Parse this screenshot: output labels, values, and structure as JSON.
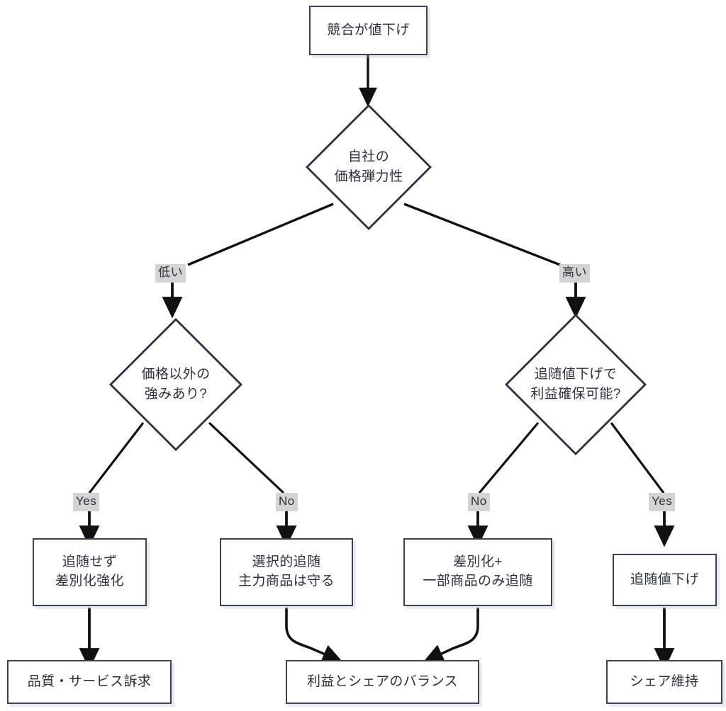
{
  "diagram": {
    "type": "flowchart",
    "title_text": "競合が値下げ",
    "palette": {
      "node_border": "#3c4256",
      "node_fill": "#ffffff",
      "text": "#2b3040",
      "edge_line": "#111111",
      "edge_label_bg": "#d4d4d4",
      "canvas_bg": "#ffffff",
      "shadow": "#bec1cb"
    },
    "nodes": {
      "start": {
        "kind": "process",
        "lines": [
          "競合が値下げ"
        ]
      },
      "d_elasticity": {
        "kind": "decision",
        "lines": [
          "自社の",
          "価格弾力性"
        ]
      },
      "d_strength": {
        "kind": "decision",
        "lines": [
          "価格以外の",
          "強みあり?"
        ]
      },
      "d_profit": {
        "kind": "decision",
        "lines": [
          "追随値下げで",
          "利益確保可能?"
        ]
      },
      "a_no_follow": {
        "kind": "process",
        "lines": [
          "追随せず",
          "差別化強化"
        ]
      },
      "a_selective": {
        "kind": "process",
        "lines": [
          "選択的追随",
          "主力商品は守る"
        ]
      },
      "a_partial": {
        "kind": "process",
        "lines": [
          "差別化+",
          "一部商品のみ追随"
        ]
      },
      "a_follow": {
        "kind": "process",
        "lines": [
          "追随値下げ"
        ]
      },
      "r_quality": {
        "kind": "process",
        "lines": [
          "品質・サービス訴求"
        ]
      },
      "r_balance": {
        "kind": "process",
        "lines": [
          "利益とシェアのバランス"
        ]
      },
      "r_share": {
        "kind": "process",
        "lines": [
          "シェア維持"
        ]
      }
    },
    "edge_labels": {
      "low": "低い",
      "high": "高い",
      "strength_yes": "Yes",
      "strength_no": "No",
      "profit_no": "No",
      "profit_yes": "Yes"
    },
    "edges": [
      {
        "from": "start",
        "to": "d_elasticity",
        "label": ""
      },
      {
        "from": "d_elasticity",
        "to": "d_strength",
        "label": "低い"
      },
      {
        "from": "d_elasticity",
        "to": "d_profit",
        "label": "高い"
      },
      {
        "from": "d_strength",
        "to": "a_no_follow",
        "label": "Yes"
      },
      {
        "from": "d_strength",
        "to": "a_selective",
        "label": "No"
      },
      {
        "from": "d_profit",
        "to": "a_partial",
        "label": "No"
      },
      {
        "from": "d_profit",
        "to": "a_follow",
        "label": "Yes"
      },
      {
        "from": "a_no_follow",
        "to": "r_quality",
        "label": ""
      },
      {
        "from": "a_selective",
        "to": "r_balance",
        "label": ""
      },
      {
        "from": "a_partial",
        "to": "r_balance",
        "label": ""
      },
      {
        "from": "a_follow",
        "to": "r_share",
        "label": ""
      }
    ]
  }
}
